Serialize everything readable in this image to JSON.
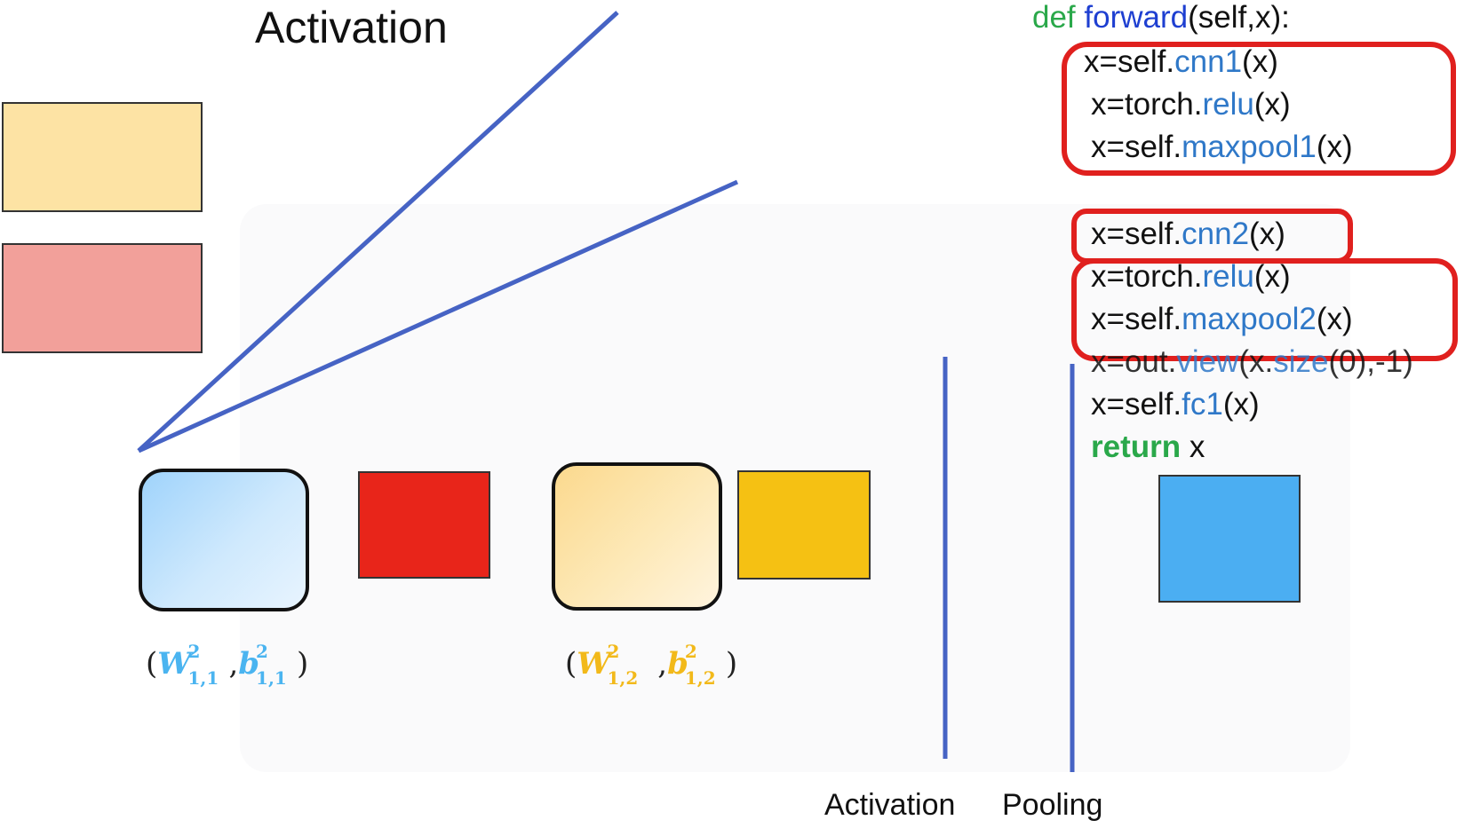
{
  "title": "Activation",
  "params": [
    {
      "w": "W",
      "w_sup": "2",
      "w_sub": "1,1",
      "b": "b",
      "b_sup": "2",
      "b_sub": "1,1",
      "color": "#4ab4f0"
    },
    {
      "w": "W",
      "w_sup": "2",
      "w_sub": "1,2",
      "b": "b",
      "b_sup": "2",
      "b_sub": "1,2",
      "color": "#f2b91a"
    }
  ],
  "bottom_labels": {
    "activation": "Activation",
    "pooling": "Pooling"
  },
  "code": {
    "def_kw": "def",
    "def_name": "forward",
    "def_args": "(self,x):",
    "l1_pre": "x=self.",
    "l1_fn": "cnn1",
    "l1_post": "(x)",
    "l2_pre": "x=torch.",
    "l2_fn": "relu",
    "l2_post": "(x)",
    "l3_pre": "x=self.",
    "l3_fn": "maxpool1",
    "l3_post": "(x)",
    "l4_pre": "x=self.",
    "l4_fn": "cnn2",
    "l4_post": "(x)",
    "l5_pre": "x=torch.",
    "l5_fn": "relu",
    "l5_post": "(x)",
    "l6_pre": "x=self.",
    "l6_fn": "maxpool2",
    "l6_post": "(x)",
    "l7_pre": "x=out.",
    "l7_fn": "view",
    "l7_mid": "(x.",
    "l7_fn2": "size",
    "l7_post": "(0),-1)",
    "l8_pre": "x=self.",
    "l8_fn": "fc1",
    "l8_post": "(x)",
    "l9_kw": "return",
    "l9_post": " x"
  },
  "colors": {
    "swatch_orange": "#fde3a4",
    "swatch_pink": "#f2a09a",
    "fmap_red": "#e8251a",
    "fmap_orange": "#f5c113",
    "fmap_blue": "#4baef2",
    "line_blue": "#4663c4",
    "highlight_red": "#e0201e"
  }
}
